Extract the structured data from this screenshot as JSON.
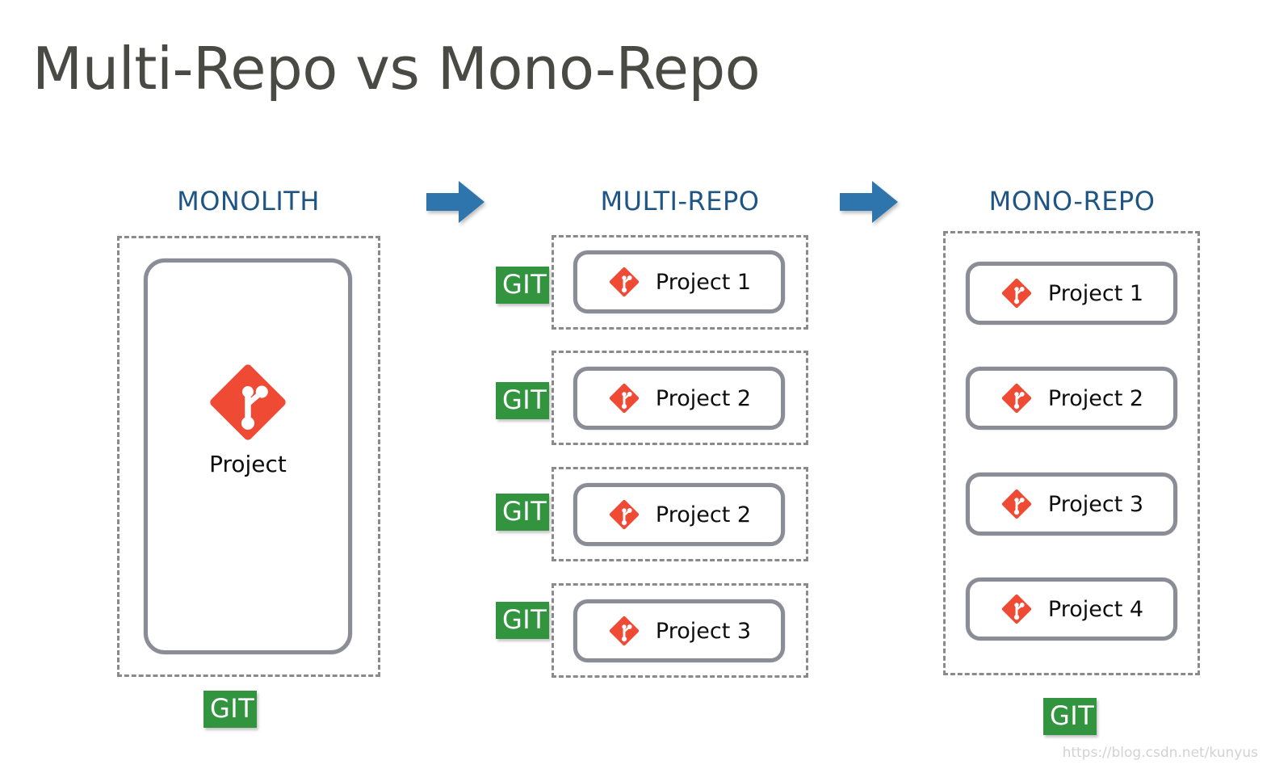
{
  "page": {
    "title": "Multi-Repo vs Mono-Repo",
    "watermark": "https://blog.csdn.net/kunyus",
    "background_color": "#ffffff"
  },
  "colors": {
    "title_text": "#4a4a44",
    "header_text": "#1f5582",
    "arrow_blue": "#2e75ad",
    "git_badge_green": "#339440",
    "git_logo_red": "#ef4a34",
    "box_border_gray": "#8b8d96",
    "dashed_border_gray": "#8a8a8a",
    "watermark_gray": "#d2d2d2"
  },
  "columns": {
    "monolith": {
      "header": "MONOLITH",
      "project_label": "Project",
      "git_icon": "git-logo-icon",
      "git_badge": "GIT"
    },
    "multirepo": {
      "header": "MULTI-REPO",
      "rows": [
        {
          "git_badge": "GIT",
          "label": "Project 1",
          "git_icon": "git-logo-icon"
        },
        {
          "git_badge": "GIT",
          "label": "Project 2",
          "git_icon": "git-logo-icon"
        },
        {
          "git_badge": "GIT",
          "label": "Project 2",
          "git_icon": "git-logo-icon"
        },
        {
          "git_badge": "GIT",
          "label": "Project 3",
          "git_icon": "git-logo-icon"
        }
      ]
    },
    "monorepo": {
      "header": "MONO-REPO",
      "rows": [
        {
          "label": "Project 1",
          "git_icon": "git-logo-icon"
        },
        {
          "label": "Project 2",
          "git_icon": "git-logo-icon"
        },
        {
          "label": "Project 3",
          "git_icon": "git-logo-icon"
        },
        {
          "label": "Project 4",
          "git_icon": "git-logo-icon"
        }
      ],
      "git_badge": "GIT"
    }
  },
  "arrows": [
    {
      "name": "arrow-monolith-to-multirepo",
      "icon": "right-arrow-icon"
    },
    {
      "name": "arrow-multirepo-to-monorepo",
      "icon": "right-arrow-icon"
    }
  ]
}
